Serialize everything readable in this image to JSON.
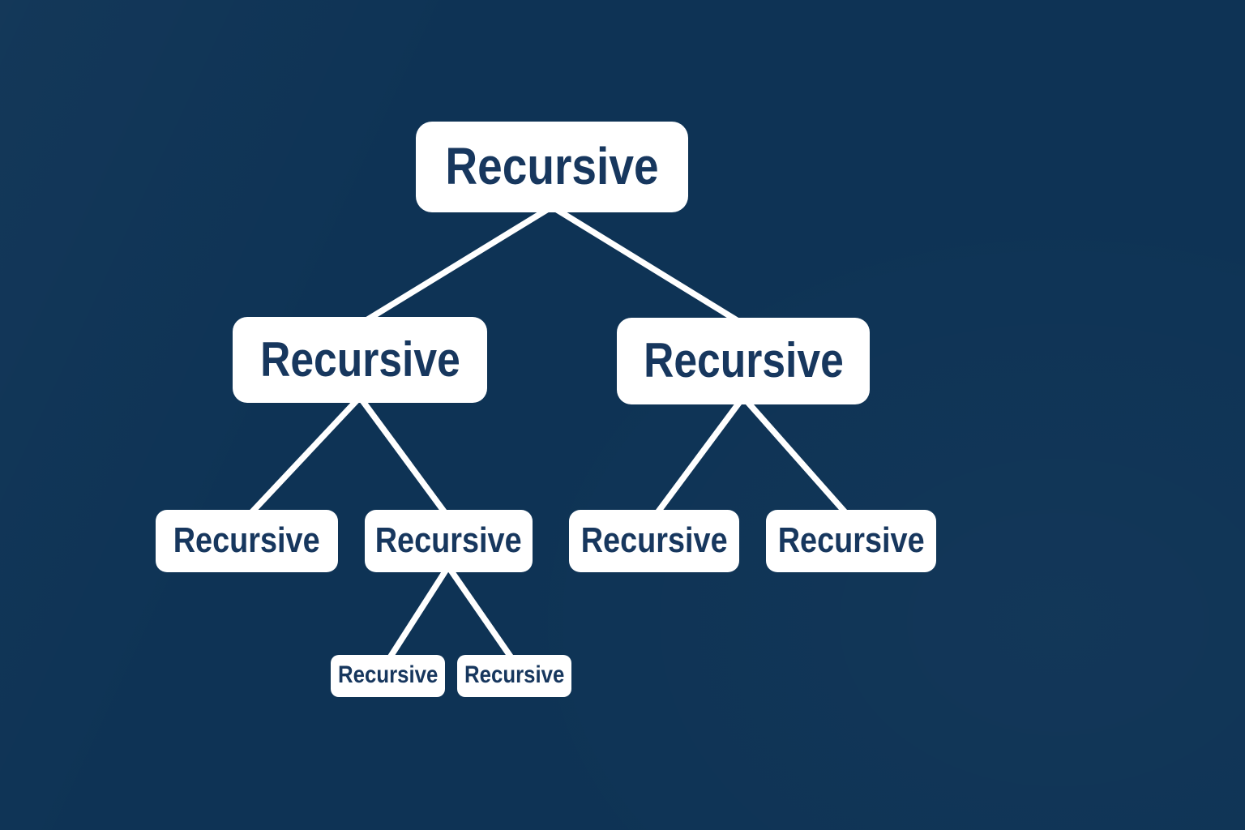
{
  "diagram": {
    "type": "tree",
    "colors": {
      "background": "#0e3355",
      "node_fill": "#ffffff",
      "node_text": "#17375e",
      "edge": "#ffffff"
    },
    "nodes": [
      {
        "id": "root",
        "parent": null,
        "level": 1,
        "label": "Recursive"
      },
      {
        "id": "l2-left",
        "parent": "root",
        "level": 2,
        "label": "Recursive"
      },
      {
        "id": "l2-right",
        "parent": "root",
        "level": 2,
        "label": "Recursive"
      },
      {
        "id": "l3-a",
        "parent": "l2-left",
        "level": 3,
        "label": "Recursive"
      },
      {
        "id": "l3-b",
        "parent": "l2-left",
        "level": 3,
        "label": "Recursive"
      },
      {
        "id": "l3-c",
        "parent": "l2-right",
        "level": 3,
        "label": "Recursive"
      },
      {
        "id": "l3-d",
        "parent": "l2-right",
        "level": 3,
        "label": "Recursive"
      },
      {
        "id": "l4-a",
        "parent": "l3-b",
        "level": 4,
        "label": "Recursive"
      },
      {
        "id": "l4-b",
        "parent": "l3-b",
        "level": 4,
        "label": "Recursive"
      }
    ]
  }
}
